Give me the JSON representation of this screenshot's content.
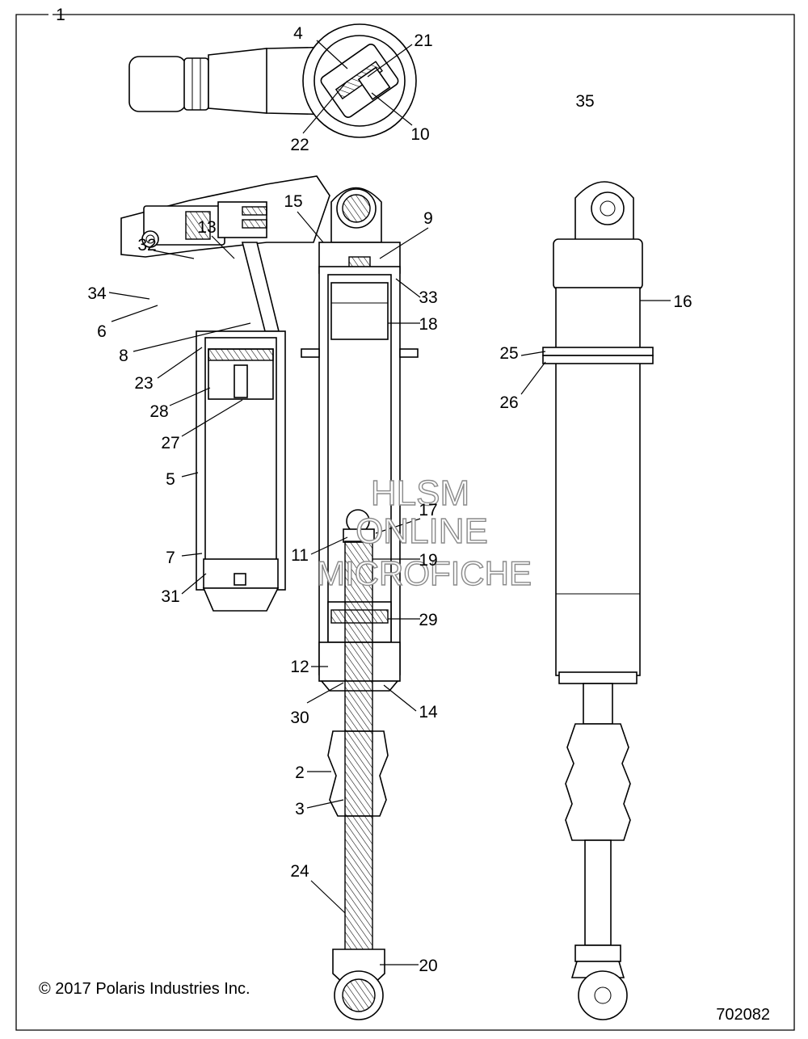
{
  "callouts": [
    {
      "id": "1",
      "text": "1"
    },
    {
      "id": "2",
      "text": "2"
    },
    {
      "id": "3",
      "text": "3"
    },
    {
      "id": "4",
      "text": "4"
    },
    {
      "id": "5",
      "text": "5"
    },
    {
      "id": "6",
      "text": "6"
    },
    {
      "id": "7",
      "text": "7"
    },
    {
      "id": "8",
      "text": "8"
    },
    {
      "id": "9",
      "text": "9"
    },
    {
      "id": "10",
      "text": "10"
    },
    {
      "id": "11",
      "text": "11"
    },
    {
      "id": "12",
      "text": "12"
    },
    {
      "id": "13",
      "text": "13"
    },
    {
      "id": "14",
      "text": "14"
    },
    {
      "id": "15",
      "text": "15"
    },
    {
      "id": "16",
      "text": "16"
    },
    {
      "id": "17",
      "text": "17"
    },
    {
      "id": "18",
      "text": "18"
    },
    {
      "id": "19",
      "text": "19"
    },
    {
      "id": "20",
      "text": "20"
    },
    {
      "id": "21",
      "text": "21"
    },
    {
      "id": "22",
      "text": "22"
    },
    {
      "id": "23",
      "text": "23"
    },
    {
      "id": "24",
      "text": "24"
    },
    {
      "id": "25",
      "text": "25"
    },
    {
      "id": "26",
      "text": "26"
    },
    {
      "id": "27",
      "text": "27"
    },
    {
      "id": "28",
      "text": "28"
    },
    {
      "id": "29",
      "text": "29"
    },
    {
      "id": "30",
      "text": "30"
    },
    {
      "id": "31",
      "text": "31"
    },
    {
      "id": "32",
      "text": "32"
    },
    {
      "id": "33",
      "text": "33"
    },
    {
      "id": "34",
      "text": "34"
    },
    {
      "id": "35",
      "text": "35"
    }
  ],
  "watermark": {
    "line1": "HLSM",
    "line2": "ONLINE",
    "line3": "MICROFICHE"
  },
  "copyright": "© 2017 Polaris Industries Inc.",
  "drawing_number": "702082"
}
